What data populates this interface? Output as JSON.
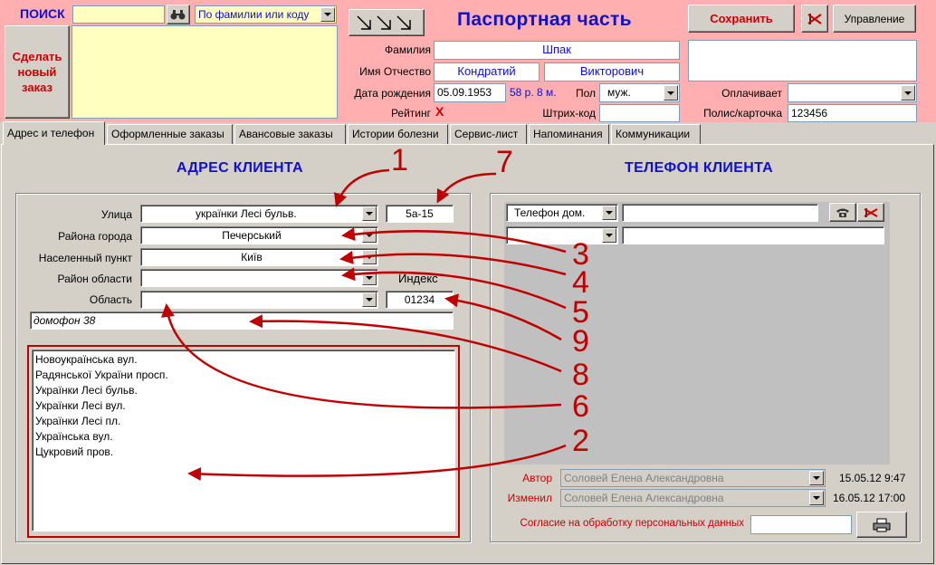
{
  "search": {
    "label": "ПОИСК",
    "value": "",
    "mode": "По фамилии или коду",
    "new_order_label": "Сделать новый заказ"
  },
  "header": {
    "title": "Паспортная часть",
    "save_label": "Сохранить",
    "manage_label": "Управление"
  },
  "passport": {
    "surname_label": "Фамилия",
    "surname": "Шпак",
    "name_label": "Имя Отчество",
    "first_name": "Кондратий",
    "patronymic": "Викторович",
    "birth_label": "Дата рождения",
    "birth_date": "05.09.1953",
    "age": "58 р. 8 м.",
    "sex_label": "Пол",
    "sex": "муж.",
    "rating_label": "Рейтинг",
    "rating": "X",
    "barcode_label": "Штрих-код",
    "barcode": "",
    "payer_label": "Оплачивает",
    "payer": "",
    "policy_label": "Полис/карточка",
    "policy": "123456"
  },
  "tabs": [
    {
      "label": "Адрес и телефон",
      "active": true
    },
    {
      "label": "Оформленные заказы"
    },
    {
      "label": "Авансовые заказы"
    },
    {
      "label": "Истории болезни"
    },
    {
      "label": "Сервис-лист"
    },
    {
      "label": "Напоминания"
    },
    {
      "label": "Коммуникации"
    }
  ],
  "address": {
    "title": "АДРЕС КЛИЕНТА",
    "street_label": "Улица",
    "street_value": "українки Лесі бульв.",
    "house": "5а-15",
    "district_label": "Района города",
    "district": "Печерський",
    "city_label": "Населенный пункт",
    "city": "Київ",
    "region_district_label": "Район области",
    "region_district": "",
    "index_label": "Индекс",
    "region_label": "Область",
    "region": "",
    "index": "01234",
    "note": "домофон 38",
    "suggestions": [
      "Новоукраїнська вул.",
      "Радянської України просп.",
      "Українки Лесі бульв.",
      "Українки Лесі вул.",
      "Українки Лесі пл.",
      "Українська вул.",
      "Цукровий пров."
    ]
  },
  "phone": {
    "title": "ТЕЛЕФОН КЛИЕНТА",
    "type1": "Телефон дом.",
    "number1": "",
    "type2": "",
    "number2": ""
  },
  "audit": {
    "author_label": "Автор",
    "author": "Соловей Елена Александровна",
    "author_time": "15.05.12 9:47",
    "editor_label": "Изменил",
    "editor": "Соловей Елена Александровна",
    "editor_time": "16.05.12 17:00",
    "consent_label": "Согласие на обработку персональных данных",
    "consent_value": ""
  },
  "callouts": [
    "1",
    "7",
    "3",
    "4",
    "5",
    "9",
    "8",
    "6",
    "2"
  ],
  "colors": {
    "header_bg": "#ffafaf",
    "accent_blue": "#1010d0",
    "accent_red": "#cc0000",
    "annotation_red": "#c00000"
  }
}
